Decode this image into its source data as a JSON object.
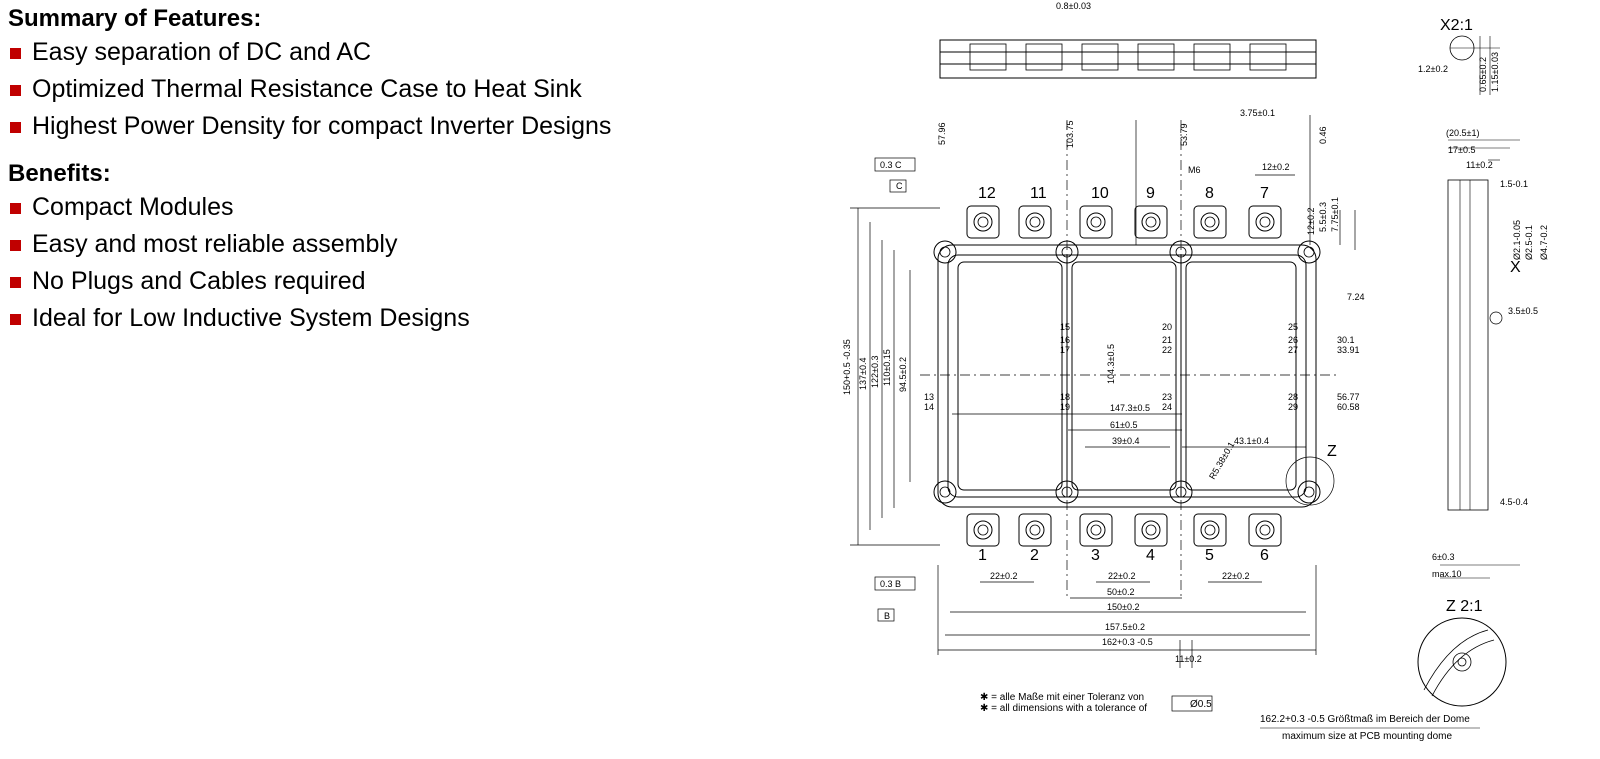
{
  "features": {
    "title": "Summary of Features:",
    "items": [
      "Easy separation of DC and AC",
      "Optimized Thermal Resistance Case to Heat Sink",
      "Highest Power Density for compact Inverter Designs"
    ]
  },
  "benefits": {
    "title": "Benefits:",
    "items": [
      "Compact Modules",
      "Easy and most reliable assembly",
      "No Plugs and Cables required",
      "Ideal for Low Inductive System Designs"
    ]
  },
  "colors": {
    "bullet": "#c00000",
    "line": "#000000"
  },
  "drawing": {
    "top_pins": [
      "12",
      "11",
      "10",
      "9",
      "8",
      "7"
    ],
    "bottom_pins": [
      "1",
      "2",
      "3",
      "4",
      "5",
      "6"
    ],
    "inner_pins": [
      "15",
      "16",
      "17",
      "18",
      "19",
      "20",
      "21",
      "22",
      "23",
      "24",
      "25",
      "26",
      "27",
      "28",
      "29",
      "13",
      "14"
    ],
    "dims_top": [
      "57.96",
      "103.75",
      "53.79",
      "0.46",
      "3.75±0.1",
      "0.8±0.03",
      "M6",
      "12±0.2"
    ],
    "dims_right": [
      "12±0.2",
      "5.5±0.3",
      "7.75±0.1",
      "7.24",
      "30.1",
      "33.91",
      "56.77",
      "60.58"
    ],
    "dims_left": [
      "150+0.5 -0.35",
      "137±0.4",
      "122±0.3",
      "110±0.15",
      "94.5±0.2"
    ],
    "dims_middle": [
      "104.3±0.5",
      "147.3±0.5",
      "61±0.5",
      "39±0.4",
      "43.1±0.4",
      "R5.38±0.1"
    ],
    "dims_bottom": [
      "22±0.2",
      "22±0.2",
      "22±0.2",
      "50±0.2",
      "150±0.2",
      "157.5±0.2",
      "162+0.3 -0.5",
      "11±0.2"
    ],
    "datums": [
      "0.3 C",
      "C",
      "0.3 B",
      "B"
    ],
    "side_dims": [
      "(20.5±1)",
      "17±0.5",
      "11±0.2",
      "1.5-0.1",
      "Ø2.1-0.05",
      "Ø2.5-0.1",
      "Ø4.7-0.2",
      "3.5±0.5",
      "4.5-0.4",
      "6±0.3",
      "max.10"
    ],
    "detail_x": {
      "label": "X2:1",
      "dims": [
        "1.2±0.2",
        "0.65±0.2",
        "1.15±0.03"
      ]
    },
    "detail_z": {
      "label": "Z 2:1"
    },
    "letters": [
      "X",
      "Z"
    ],
    "tolerance_note_de": "✱ = alle Maße mit einer Toleranz von",
    "tolerance_note_en": "✱ = all dimensions with a tolerance of",
    "tolerance_value": "Ø0.5",
    "dome_note_de": "162.2+0.3 -0.5 Größtmaß im Bereich der Dome",
    "dome_note_en": "maximum size at PCB mounting dome"
  }
}
